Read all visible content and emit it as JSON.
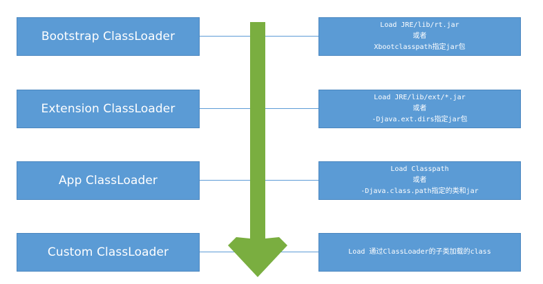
{
  "accent_color": "#5b9bd5",
  "arrow_color": "#7aae40",
  "arrow_icon": "down-arrow-icon",
  "rows": [
    {
      "loader": "Bootstrap ClassLoader",
      "description": [
        "Load JRE/lib/rt.jar",
        "或者",
        "Xbootclasspath指定jar包"
      ]
    },
    {
      "loader": "Extension ClassLoader",
      "description": [
        "Load JRE/lib/ext/*.jar",
        "或者",
        "-Djava.ext.dirs指定jar包"
      ]
    },
    {
      "loader": "App ClassLoader",
      "description": [
        "Load Classpath",
        "或者",
        "-Djava.class.path指定的类和jar"
      ]
    },
    {
      "loader": "Custom ClassLoader",
      "description": [
        "Load 通过ClassLoader的子类加载的class"
      ]
    }
  ]
}
